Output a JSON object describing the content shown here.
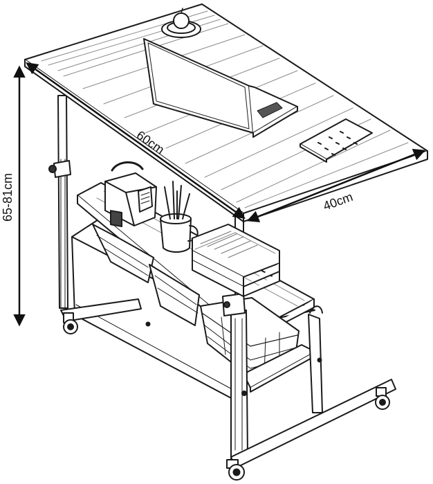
{
  "dimensions": {
    "width_label": "60cm",
    "depth_label": "40cm",
    "height_label": "65-81cm"
  },
  "colors": {
    "line": "#1a1a1a",
    "wood_grain": "#8a8a8a",
    "background": "#ffffff"
  },
  "icons": [
    "laptop-icon",
    "tablet-icon",
    "plate-icon",
    "radio-icon",
    "pen-cup-icon",
    "book-stack-icon",
    "basket-icon",
    "caster-wheel-icon"
  ]
}
